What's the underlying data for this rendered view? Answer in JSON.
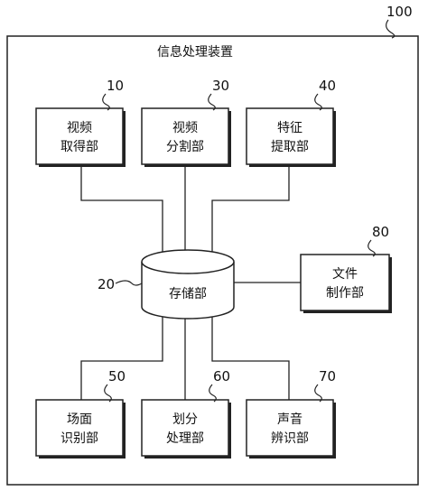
{
  "diagram": {
    "container": {
      "ref": "100",
      "title": "信息处理装置"
    },
    "blocks": {
      "video_acquire": {
        "ref": "10",
        "line1": "视频",
        "line2": "取得部"
      },
      "video_split": {
        "ref": "30",
        "line1": "视频",
        "line2": "分割部"
      },
      "feature_extract": {
        "ref": "40",
        "line1": "特征",
        "line2": "提取部"
      },
      "file_make": {
        "ref": "80",
        "line1": "文件",
        "line2": "制作部"
      },
      "scene_recognize": {
        "ref": "50",
        "line1": "场面",
        "line2": "识别部"
      },
      "split_process": {
        "ref": "60",
        "line1": "划分",
        "line2": "处理部"
      },
      "sound_recognize": {
        "ref": "70",
        "line1": "声音",
        "line2": "辨识部"
      }
    },
    "storage": {
      "ref": "20",
      "label": "存储部"
    }
  }
}
